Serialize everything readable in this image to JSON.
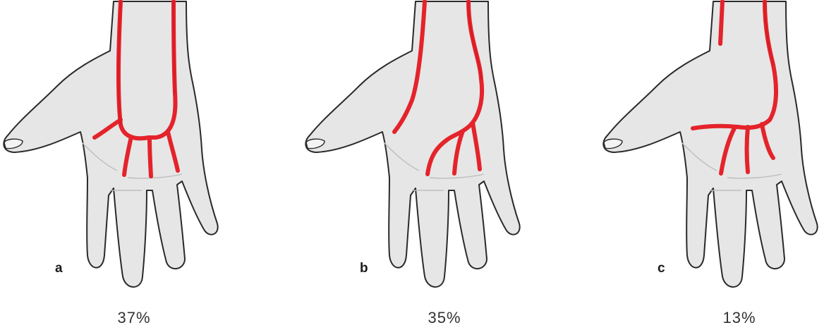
{
  "panels": [
    {
      "letter": "a",
      "percentage": "37%"
    },
    {
      "letter": "b",
      "percentage": "35%"
    },
    {
      "letter": "c",
      "percentage": "13%"
    }
  ],
  "colors": {
    "artery": "#e4232b",
    "skin": "#e6e6e6",
    "outline": "#2a2a2a",
    "background": "#ffffff"
  }
}
